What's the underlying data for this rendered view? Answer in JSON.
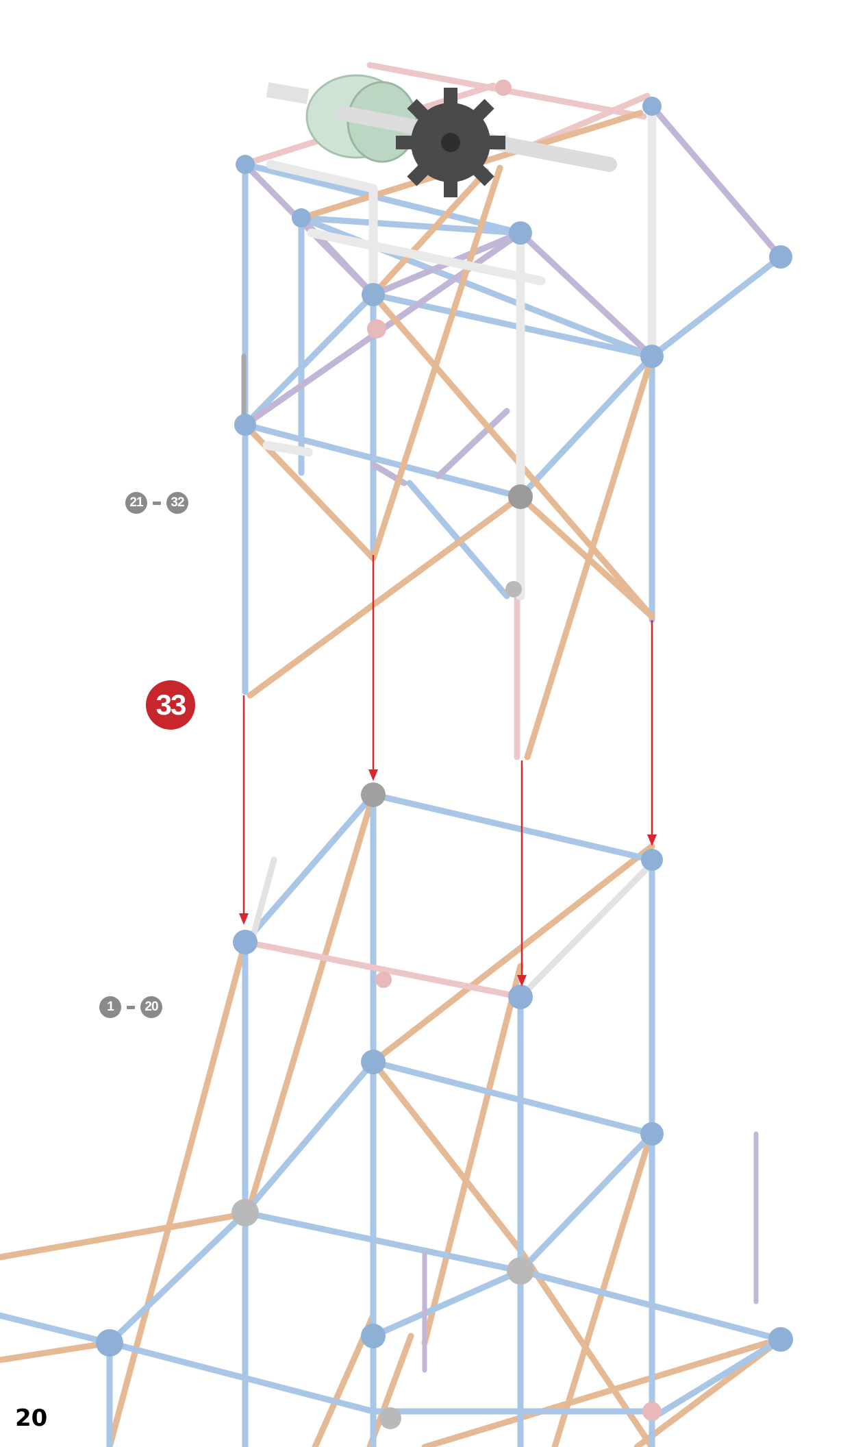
{
  "page": {
    "number": "20"
  },
  "steps": {
    "upper_range": {
      "from": "21",
      "to": "32"
    },
    "lower_range": {
      "from": "1",
      "to": "20"
    },
    "current": "33"
  },
  "colors": {
    "rod_blue": "#a9c6e6",
    "rod_orange": "#e6b995",
    "rod_pink": "#edc6c8",
    "rod_purple": "#c2b6d6",
    "rod_white": "#e9e9e9",
    "connector_blue": "#8fb0d6",
    "connector_grey": "#b9b9b9",
    "arrow_red": "#d7282f",
    "badge_red": "#c6262c",
    "badge_grey": "#8a8a8a"
  }
}
